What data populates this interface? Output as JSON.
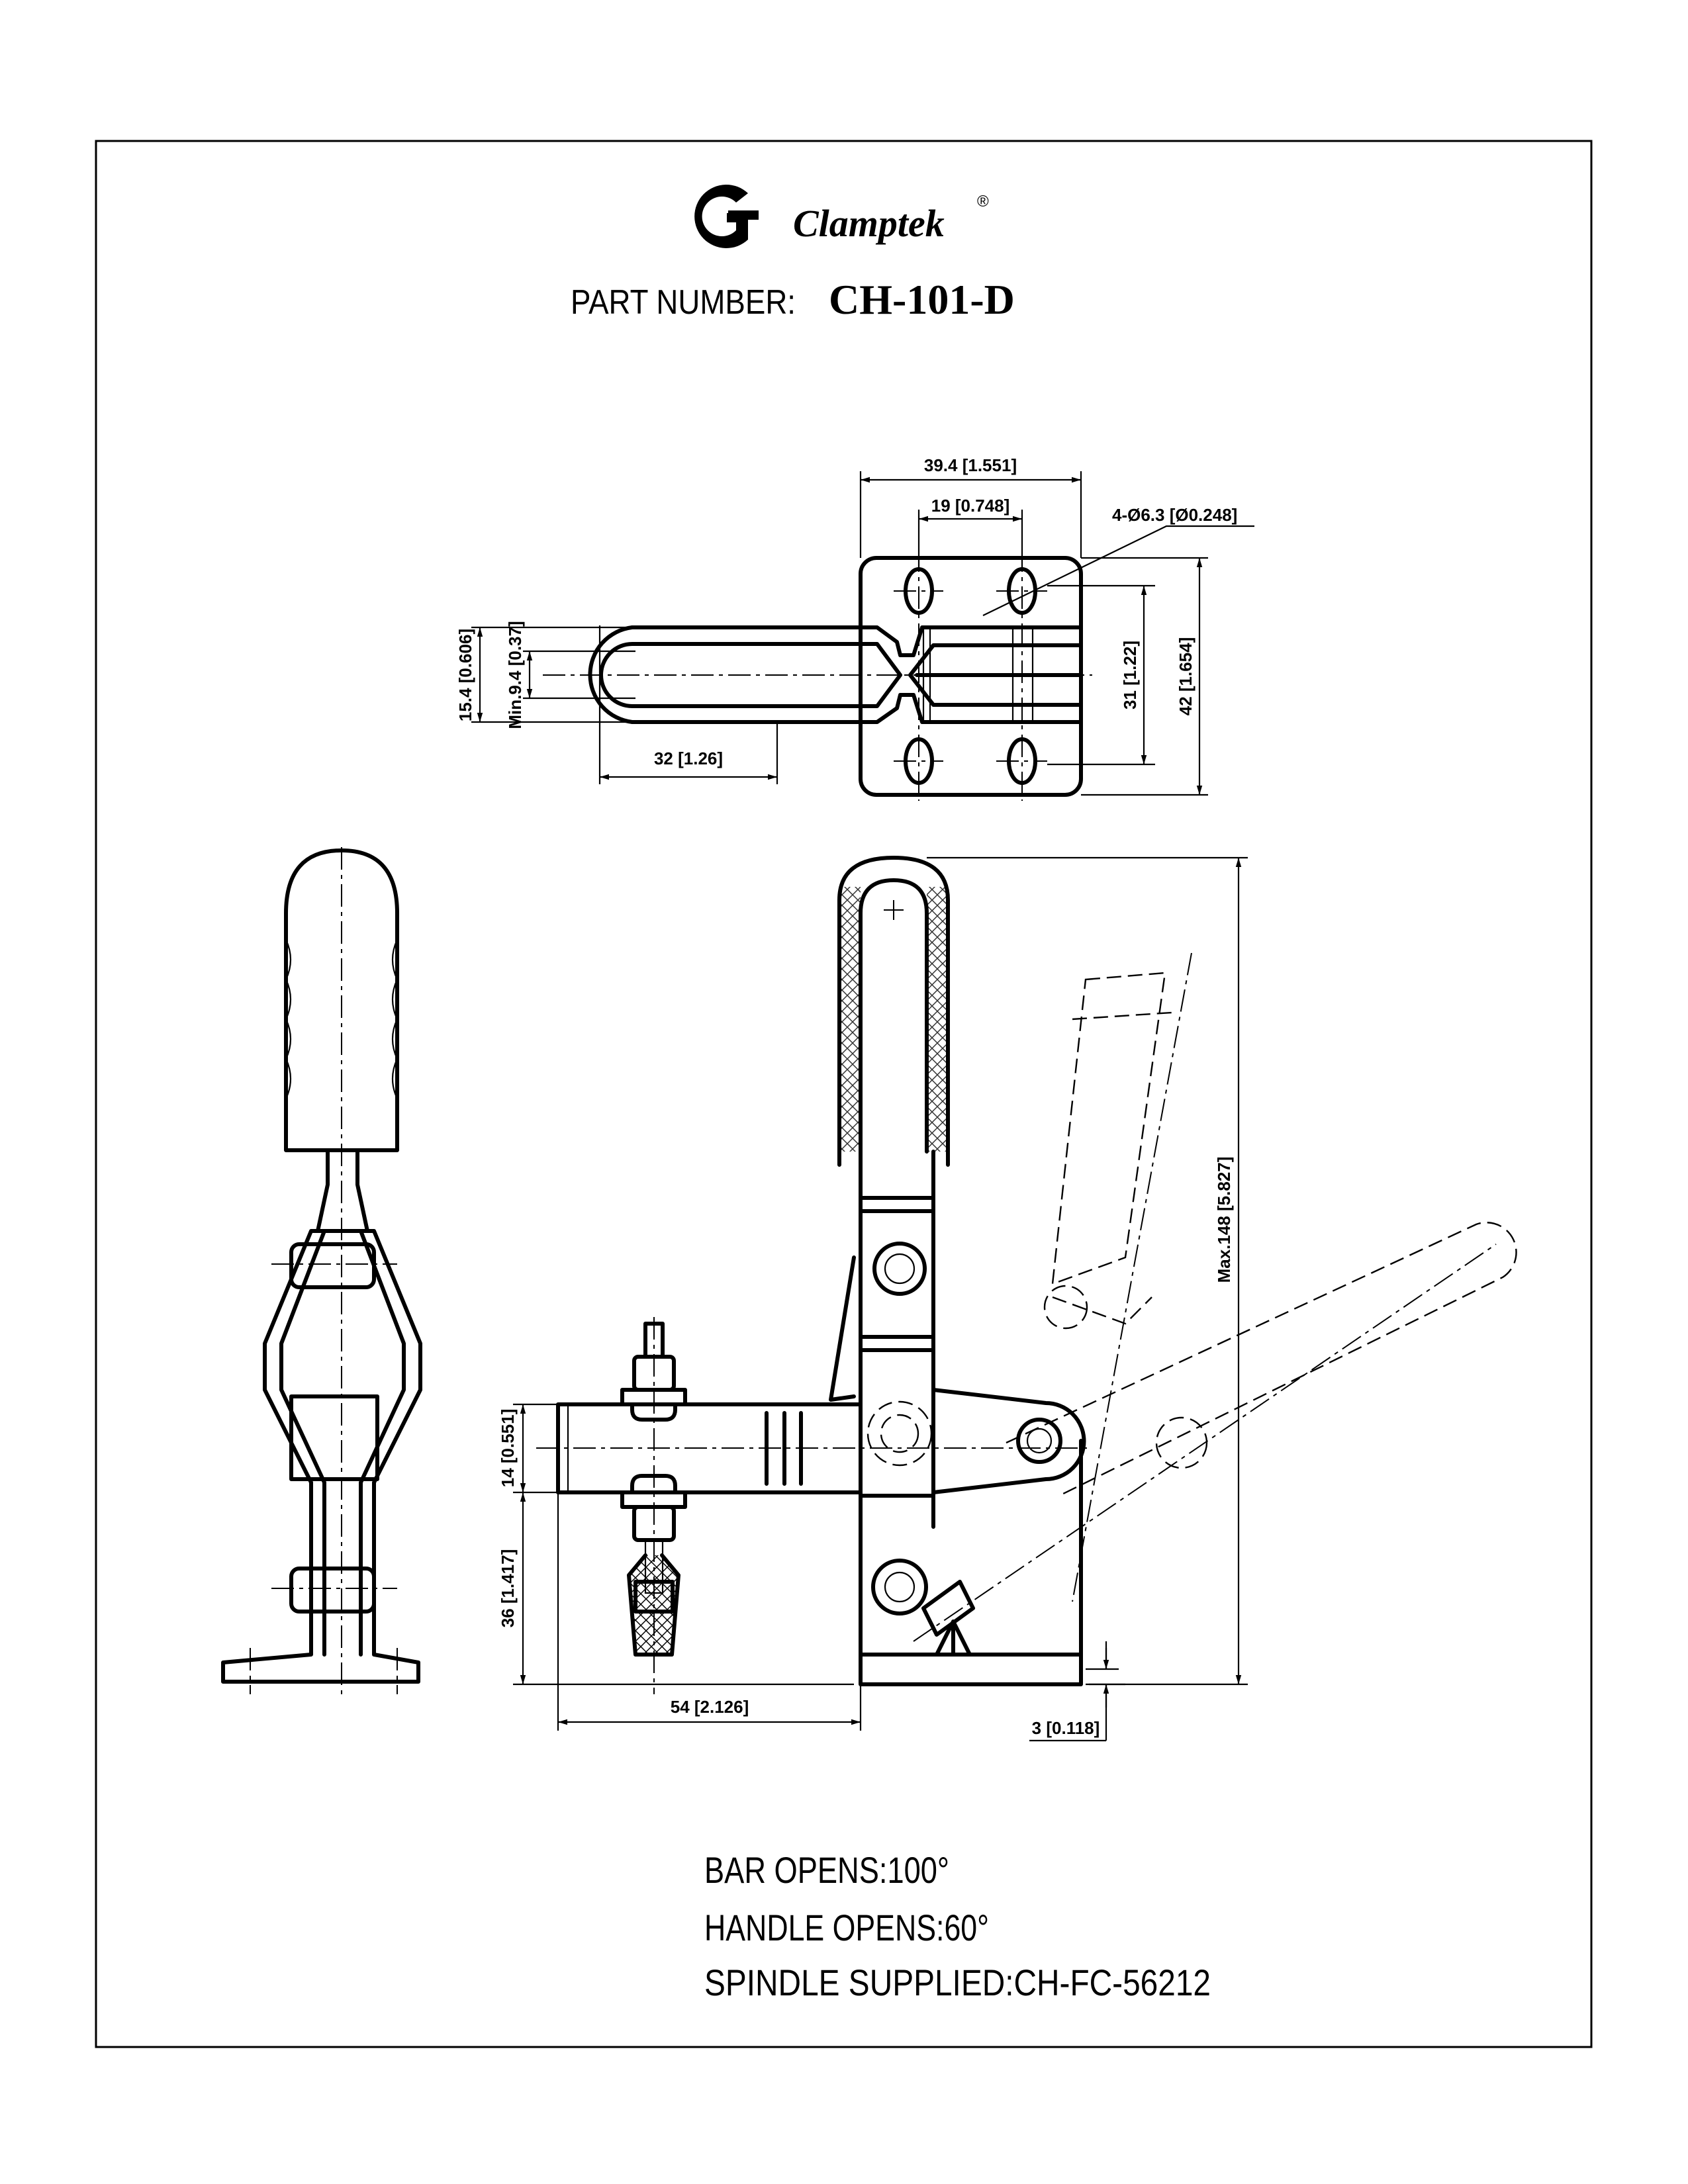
{
  "header": {
    "brand": "Clamptek",
    "registered_mark": "®",
    "part_number_label": "PART NUMBER:",
    "part_number": "CH-101-D"
  },
  "top_view_dimensions": {
    "overall_width": "39.4 [1.551]",
    "hole_spacing_x": "19 [0.748]",
    "holes": "4-Ø6.3 [Ø0.248]",
    "hole_spacing_y": "31 [1.22]",
    "plate_height": "42 [1.654]",
    "handle_width": "15.4 [0.606]",
    "handle_inner": "Min.9.4 [0.37]",
    "handle_loop_length": "32 [1.26]"
  },
  "front_view_dimensions": {
    "max_height": "Max.148 [5.827]",
    "bar_height": "14 [0.551]",
    "bar_elevation": "36 [1.417]",
    "reach": "54 [2.126]",
    "base_thickness": "3 [0.118]"
  },
  "notes": [
    "BAR OPENS:100°",
    "HANDLE OPENS:60°",
    "SPINDLE SUPPLIED:CH-FC-56212"
  ]
}
